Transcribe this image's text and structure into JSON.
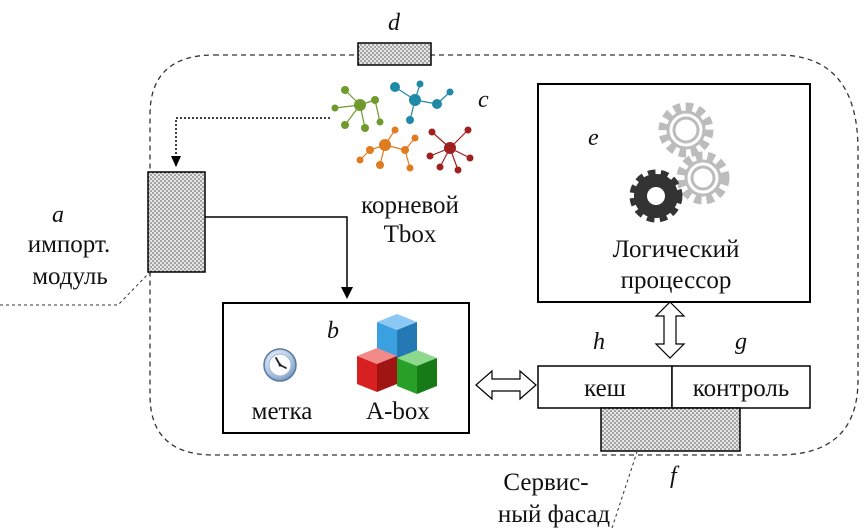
{
  "labels": {
    "d": "d",
    "c": "c",
    "e": "e",
    "a": "a",
    "b": "b",
    "h": "h",
    "g": "g",
    "f": "f"
  },
  "tbox": {
    "line1": "корневой",
    "line2": "Tbox"
  },
  "import_module": {
    "line1": "импорт.",
    "line2": "модуль"
  },
  "processor": {
    "line1": "Логический",
    "line2": "процессор"
  },
  "abox": {
    "stamp_label": "метка",
    "abox_label": "A-box"
  },
  "cache_label": "кеш",
  "control_label": "контроль",
  "service_facade": {
    "line1": "Сервис-",
    "line2": "ный фасад"
  },
  "icons": {
    "graph": "network-graph-icon",
    "gears": "gears-icon",
    "clock": "clock-icon",
    "cubes": "cubes-icon"
  },
  "colors": {
    "graph_green": "#6f9a2c",
    "graph_blue": "#1e8aa8",
    "graph_orange": "#e07b20",
    "graph_red": "#a02020",
    "gear_gray": "#bcbcbc",
    "gear_dark": "#333333",
    "cube_blue": "#3aa0e0",
    "cube_red": "#d82020",
    "cube_green": "#28a028"
  }
}
